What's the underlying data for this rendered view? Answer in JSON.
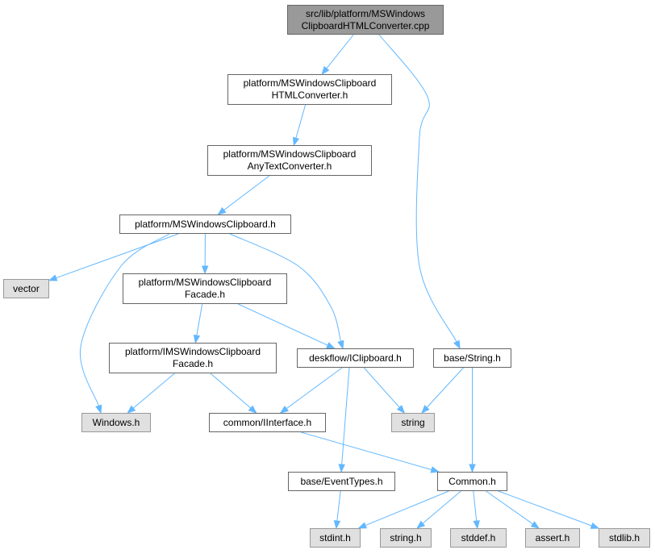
{
  "nodes": {
    "n_src": {
      "lines": [
        "src/lib/platform/MSWindows",
        "ClipboardHTMLConverter.cpp"
      ]
    },
    "n_html": {
      "lines": [
        "platform/MSWindowsClipboard",
        "HTMLConverter.h"
      ]
    },
    "n_anytext": {
      "lines": [
        "platform/MSWindowsClipboard",
        "AnyTextConverter.h"
      ]
    },
    "n_clip": {
      "lines": [
        "platform/MSWindowsClipboard.h"
      ]
    },
    "n_vector": {
      "lines": [
        "vector"
      ]
    },
    "n_facade": {
      "lines": [
        "platform/MSWindowsClipboard",
        "Facade.h"
      ]
    },
    "n_ifacade": {
      "lines": [
        "platform/IMSWindowsClipboard",
        "Facade.h"
      ]
    },
    "n_iclip": {
      "lines": [
        "deskflow/IClipboard.h"
      ]
    },
    "n_string_h": {
      "lines": [
        "base/String.h"
      ]
    },
    "n_windows": {
      "lines": [
        "Windows.h"
      ]
    },
    "n_iinterface": {
      "lines": [
        "common/IInterface.h"
      ]
    },
    "n_string": {
      "lines": [
        "string"
      ]
    },
    "n_eventtypes": {
      "lines": [
        "base/EventTypes.h"
      ]
    },
    "n_common": {
      "lines": [
        "Common.h"
      ]
    },
    "n_stdint": {
      "lines": [
        "stdint.h"
      ]
    },
    "n_cstring": {
      "lines": [
        "string.h"
      ]
    },
    "n_stddef": {
      "lines": [
        "stddef.h"
      ]
    },
    "n_assert": {
      "lines": [
        "assert.h"
      ]
    },
    "n_stdlib": {
      "lines": [
        "stdlib.h"
      ]
    }
  },
  "edges": [
    [
      "n_src",
      "n_html"
    ],
    [
      "n_src",
      "n_string_h"
    ],
    [
      "n_html",
      "n_anytext"
    ],
    [
      "n_anytext",
      "n_clip"
    ],
    [
      "n_clip",
      "n_vector"
    ],
    [
      "n_clip",
      "n_facade"
    ],
    [
      "n_clip",
      "n_iclip"
    ],
    [
      "n_clip",
      "n_windows"
    ],
    [
      "n_facade",
      "n_ifacade"
    ],
    [
      "n_facade",
      "n_iclip"
    ],
    [
      "n_ifacade",
      "n_windows"
    ],
    [
      "n_ifacade",
      "n_iinterface"
    ],
    [
      "n_iclip",
      "n_iinterface"
    ],
    [
      "n_iclip",
      "n_string"
    ],
    [
      "n_iclip",
      "n_eventtypes"
    ],
    [
      "n_string_h",
      "n_string"
    ],
    [
      "n_string_h",
      "n_common"
    ],
    [
      "n_iinterface",
      "n_common"
    ],
    [
      "n_eventtypes",
      "n_stdint"
    ],
    [
      "n_common",
      "n_stdint"
    ],
    [
      "n_common",
      "n_cstring"
    ],
    [
      "n_common",
      "n_stddef"
    ],
    [
      "n_common",
      "n_assert"
    ],
    [
      "n_common",
      "n_stdlib"
    ]
  ],
  "colors": {
    "edge": "#63b8ff",
    "node_border": "#666666",
    "root_fill": "#999999",
    "leaf_fill": "#e0e0e0",
    "leaf_border": "#999999"
  }
}
